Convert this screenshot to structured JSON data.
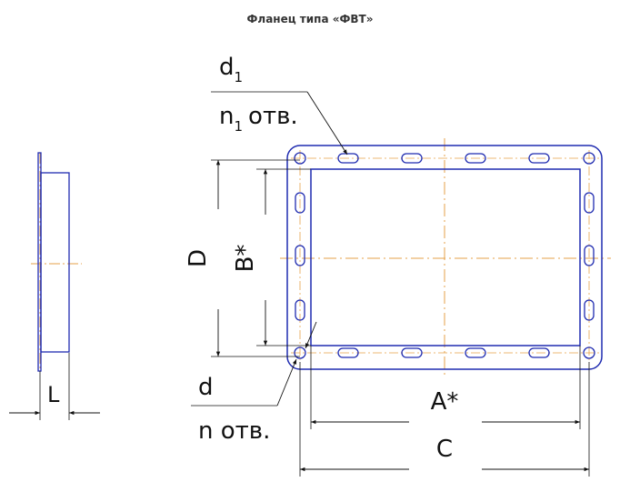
{
  "title": "Фланец типа «ФВТ»",
  "labels": {
    "d1": "d",
    "d1_sub": "1",
    "n1_holes": "n",
    "n1_sub": "1",
    "n1_suffix": "отв.",
    "D": "D",
    "B": "B*",
    "L": "L",
    "d": "d",
    "n_holes": "n отв.",
    "A": "A*",
    "C": "C"
  },
  "colors": {
    "outline": "#1f2bb0",
    "centerline": "#e6a24a",
    "dimension": "#111111"
  }
}
